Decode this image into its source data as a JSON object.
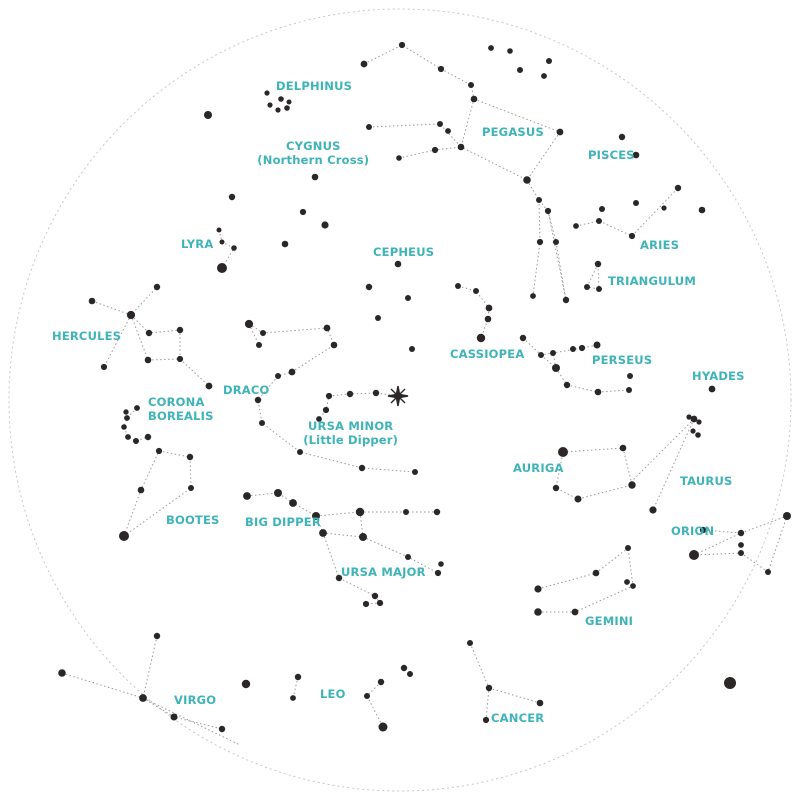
{
  "map": {
    "label_color": "#3fb4b8",
    "star_color": "#2b2727",
    "line_color": "#9a9a9a"
  },
  "labels": [
    {
      "key": "delphinus",
      "lines": [
        "DELPHINUS"
      ]
    },
    {
      "key": "cygnus",
      "lines": [
        "CYGNUS",
        "(Northern Cross)"
      ]
    },
    {
      "key": "pegasus",
      "lines": [
        "PEGASUS"
      ]
    },
    {
      "key": "pisces",
      "lines": [
        "PISCES"
      ]
    },
    {
      "key": "lyra",
      "lines": [
        "LYRA"
      ]
    },
    {
      "key": "cepheus",
      "lines": [
        "CEPHEUS"
      ]
    },
    {
      "key": "aries",
      "lines": [
        "ARIES"
      ]
    },
    {
      "key": "triangulum",
      "lines": [
        "TRIANGULUM"
      ]
    },
    {
      "key": "hercules",
      "lines": [
        "HERCULES"
      ]
    },
    {
      "key": "cassiopeia",
      "lines": [
        "CASSIOPEA"
      ]
    },
    {
      "key": "perseus",
      "lines": [
        "PERSEUS"
      ]
    },
    {
      "key": "hyades",
      "lines": [
        "HYADES"
      ]
    },
    {
      "key": "corona-borealis",
      "lines": [
        "CORONA",
        "BOREALIS"
      ]
    },
    {
      "key": "draco",
      "lines": [
        "DRACO"
      ]
    },
    {
      "key": "ursa-minor",
      "lines": [
        "URSA MINOR",
        "(Little Dipper)"
      ]
    },
    {
      "key": "auriga",
      "lines": [
        "AURIGA"
      ]
    },
    {
      "key": "taurus",
      "lines": [
        "TAURUS"
      ]
    },
    {
      "key": "bootes",
      "lines": [
        "BOOTES"
      ]
    },
    {
      "key": "big-dipper",
      "lines": [
        "BIG DIPPER"
      ]
    },
    {
      "key": "orion",
      "lines": [
        "ORION"
      ]
    },
    {
      "key": "ursa-major",
      "lines": [
        "URSA MAJOR"
      ]
    },
    {
      "key": "gemini",
      "lines": [
        "GEMINI"
      ]
    },
    {
      "key": "virgo",
      "lines": [
        "VIRGO"
      ]
    },
    {
      "key": "leo",
      "lines": [
        "LEO"
      ]
    },
    {
      "key": "cancer",
      "lines": [
        "CANCER"
      ]
    }
  ]
}
